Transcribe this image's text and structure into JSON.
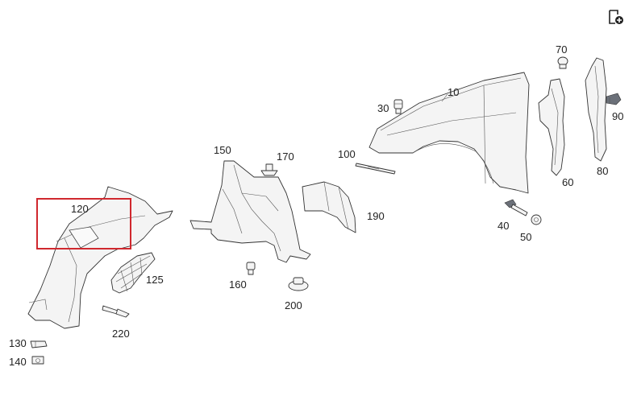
{
  "toolbar": {
    "icon": "add-to-list-icon"
  },
  "highlight_color": "#d0282e",
  "labels": {
    "p10": "10",
    "p30": "30",
    "p40": "40",
    "p50": "50",
    "p60": "60",
    "p70": "70",
    "p80": "80",
    "p90": "90",
    "p100": "100",
    "p120": "120",
    "p125": "125",
    "p130": "130",
    "p140": "140",
    "p150": "150",
    "p160": "160",
    "p170": "170",
    "p190": "190",
    "p200": "200",
    "p220": "220"
  },
  "highlighted_part": "120"
}
